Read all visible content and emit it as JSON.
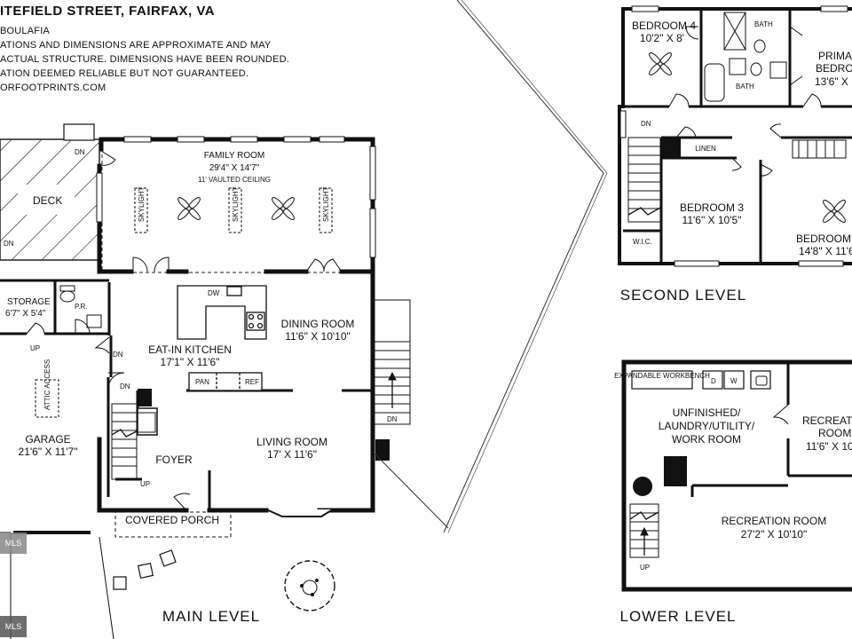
{
  "header": {
    "address": "ITEFIELD STREET, FAIRFAX, VA",
    "line1": "BOULAFIA",
    "line2": "ATIONS AND DIMENSIONS ARE APPROXIMATE AND MAY",
    "line3": "ACTUAL STRUCTURE. DIMENSIONS HAVE BEEN ROUNDED.",
    "line4": "ATION DEEMED RELIABLE BUT NOT GUARANTEED.",
    "line5": "ORFOOTPRINTS.COM"
  },
  "watermark": {
    "top": "MLS",
    "bottom": "MLS"
  },
  "main_level": {
    "label": "MAIN LEVEL",
    "deck": "DECK",
    "family_room": {
      "name": "FAMILY ROOM",
      "dims": "29'4\" X 14'7\"",
      "note": "11' VAULTED CEILING"
    },
    "skylight": "SKYLIGHT",
    "storage": {
      "name": "STORAGE",
      "dims": "6'7\" X 5'4\""
    },
    "powder_room": "P.R.",
    "kitchen": {
      "name": "EAT-IN KITCHEN",
      "dims": "17'1\" X 11'6\""
    },
    "dw": "DW",
    "pan": "PAN",
    "ref": "REF",
    "dining_room": {
      "name": "DINING ROOM",
      "dims": "11'6\" X 10'10\""
    },
    "living_room": {
      "name": "LIVING ROOM",
      "dims": "17' X 11'6\""
    },
    "foyer": "FOYER",
    "garage": {
      "name": "GARAGE",
      "dims": "21'6\" X 11'7\""
    },
    "attic_access": "ATTIC ACCESS",
    "covered_porch": "COVERED PORCH",
    "dn": "DN",
    "up": "UP"
  },
  "second_level": {
    "label": "SECOND LEVEL",
    "bedroom4": {
      "name": "BEDROOM 4",
      "dims": "10'2\" X 8'"
    },
    "bath": "BATH",
    "primary": {
      "name": "PRIMA",
      "name2": "BEDRO",
      "dims": "13'6\" X"
    },
    "linen": "LINEN",
    "bedroom3": {
      "name": "BEDROOM 3",
      "dims": "11'6\" X 10'5\""
    },
    "bedroom2": {
      "name": "BEDROOM",
      "dims": "14'8\" X 11'6"
    },
    "wic": "W.I.C.",
    "dn": "DN"
  },
  "lower_level": {
    "label": "LOWER LEVEL",
    "workbench": "EXPANDABLE WORKBENCH",
    "d": "D",
    "w": "W",
    "unfinished": {
      "line1": "UNFINISHED/",
      "line2": "LAUNDRY/UTILITY/",
      "line3": "WORK ROOM"
    },
    "rec_small": {
      "name": "RECREATI",
      "name2": "ROOM",
      "dims": "11'6\" X 10"
    },
    "rec_large": {
      "name": "RECREATION ROOM",
      "dims": "27'2\" X 10'10\""
    },
    "up": "UP"
  }
}
